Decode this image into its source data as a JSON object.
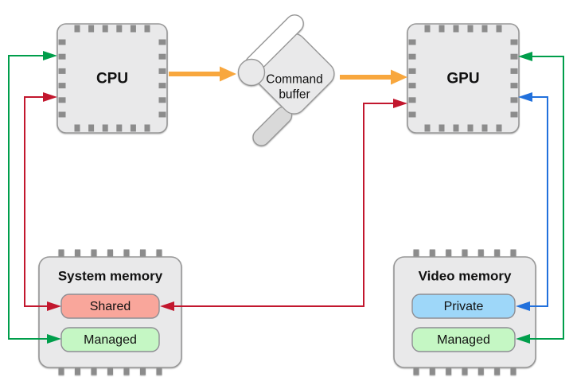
{
  "diagram": {
    "cpu": {
      "label": "CPU"
    },
    "gpu": {
      "label": "GPU"
    },
    "command_buffer": {
      "line1": "Command",
      "line2": "buffer"
    },
    "system_memory": {
      "title": "System memory",
      "shared_label": "Shared",
      "managed_label": "Managed"
    },
    "video_memory": {
      "title": "Video memory",
      "private_label": "Private",
      "managed_label": "Managed"
    },
    "connections": [
      {
        "from": "CPU",
        "to": "Command buffer",
        "color": "orange",
        "style": "thick",
        "bidirectional": false
      },
      {
        "from": "Command buffer",
        "to": "GPU",
        "color": "orange",
        "style": "thick",
        "bidirectional": false
      },
      {
        "from": "CPU",
        "to": "System memory / Managed",
        "color": "green",
        "style": "thin",
        "bidirectional": true
      },
      {
        "from": "CPU",
        "to": "System memory / Shared",
        "color": "red",
        "style": "thin",
        "bidirectional": true
      },
      {
        "from": "GPU",
        "to": "System memory / Shared",
        "color": "red",
        "style": "thin",
        "bidirectional": true
      },
      {
        "from": "GPU",
        "to": "Video memory / Private",
        "color": "blue",
        "style": "thin",
        "bidirectional": true
      },
      {
        "from": "GPU",
        "to": "Video memory / Managed",
        "color": "green",
        "style": "thin",
        "bidirectional": true
      }
    ]
  },
  "colors": {
    "green": "#009E4B",
    "red": "#C2172E",
    "blue": "#2170DC",
    "orange": "#F8A73E",
    "chip_fill": "#E9E9EA",
    "chip_border": "#979797",
    "pin": "#8C8C8C",
    "shared_fill": "#F9A69B",
    "private_fill": "#9ED7F9",
    "managed_fill": "#C5F7C4",
    "box_border": "#8E8E93",
    "scroll_curl": "#D9D9D9",
    "white": "#FFFFFF"
  }
}
